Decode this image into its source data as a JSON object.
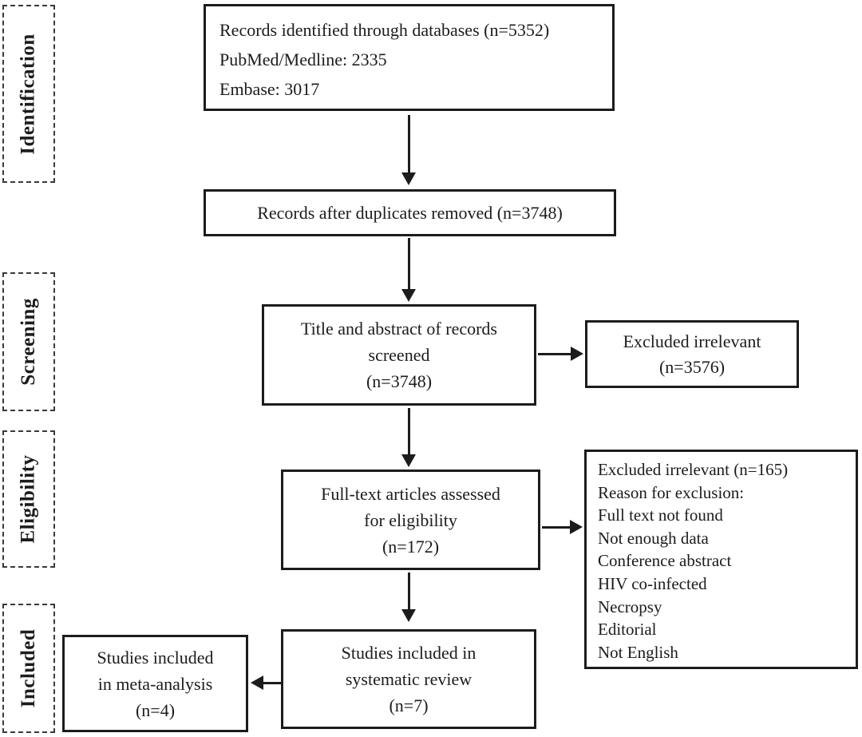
{
  "figure": {
    "kind": "prisma-flow-diagram",
    "colors": {
      "ink": "#1c1c1c",
      "background": "#ffffff"
    },
    "stages": [
      {
        "label": "Identification"
      },
      {
        "label": "Screening"
      },
      {
        "label": "Eligibility"
      },
      {
        "label": "Included"
      }
    ],
    "boxes": {
      "identified": {
        "lines": [
          "Records identified through databases (n=5352)",
          "PubMed/Medline: 2335",
          "Embase: 3017"
        ]
      },
      "duplicates_removed": {
        "text": "Records after duplicates removed (n=3748)"
      },
      "screened": {
        "lines": [
          "Title and abstract of records",
          "screened",
          "(n=3748)"
        ]
      },
      "excluded_screening": {
        "lines": [
          "Excluded irrelevant",
          "(n=3576)"
        ]
      },
      "fulltext": {
        "lines": [
          "Full-text articles assessed",
          "for eligibility",
          "(n=172)"
        ]
      },
      "excluded_fulltext": {
        "lines": [
          "Excluded irrelevant (n=165)",
          "Reason for exclusion:",
          "Full text not found",
          "Not enough data",
          "Conference abstract",
          "HIV co-infected",
          "Necropsy",
          "Editorial",
          "Not English"
        ]
      },
      "systematic_review": {
        "lines": [
          "Studies included in",
          "systematic review",
          "(n=7)"
        ]
      },
      "meta_analysis": {
        "lines": [
          "Studies included",
          "in meta-analysis",
          "(n=4)"
        ]
      }
    }
  }
}
